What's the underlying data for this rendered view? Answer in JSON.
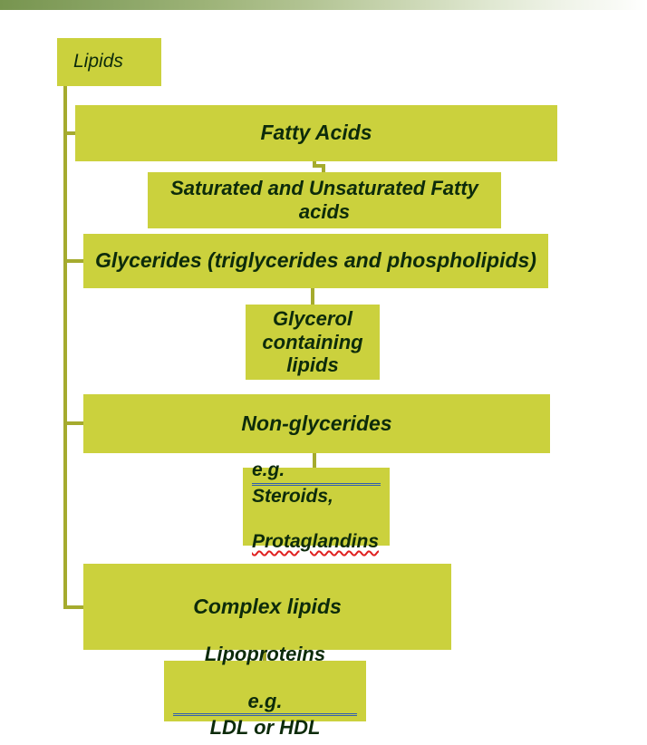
{
  "slide": {
    "title": "Lipids classification chart",
    "banner": {
      "name": "decorative-top-banner",
      "color_start": "#77954f",
      "color_end": "#ffffff"
    },
    "colors": {
      "box_fill": "#cbd13d",
      "box_text": "#0d2b0b",
      "connector": "#a5ab2e",
      "grammar_mark": "#2f5fb0",
      "spelling_mark": "#e02020",
      "background": "#ffffff"
    }
  },
  "diagram": {
    "type": "hierarchy",
    "root": {
      "label": "Lipids"
    },
    "branches": [
      {
        "label": "Fatty Acids",
        "child": {
          "label": "Saturated and Unsaturated Fatty acids"
        }
      },
      {
        "label": "Glycerides (triglycerides and phospholipids)",
        "child": {
          "label": "Glycerol containing lipids"
        }
      },
      {
        "label": "Non-glycerides",
        "child": {
          "label_prefix": "e.g.",
          "label_rest": " Steroids,",
          "label_line2": "Protaglandins",
          "marks": {
            "prefix": "grammar",
            "line2": "spelling"
          }
        }
      },
      {
        "label": "Complex lipids",
        "child": {
          "line1": "Lipoproteins",
          "label_prefix": "e.g.",
          "label_rest": " LDL or HDL",
          "marks": {
            "prefix": "grammar"
          }
        }
      }
    ]
  }
}
